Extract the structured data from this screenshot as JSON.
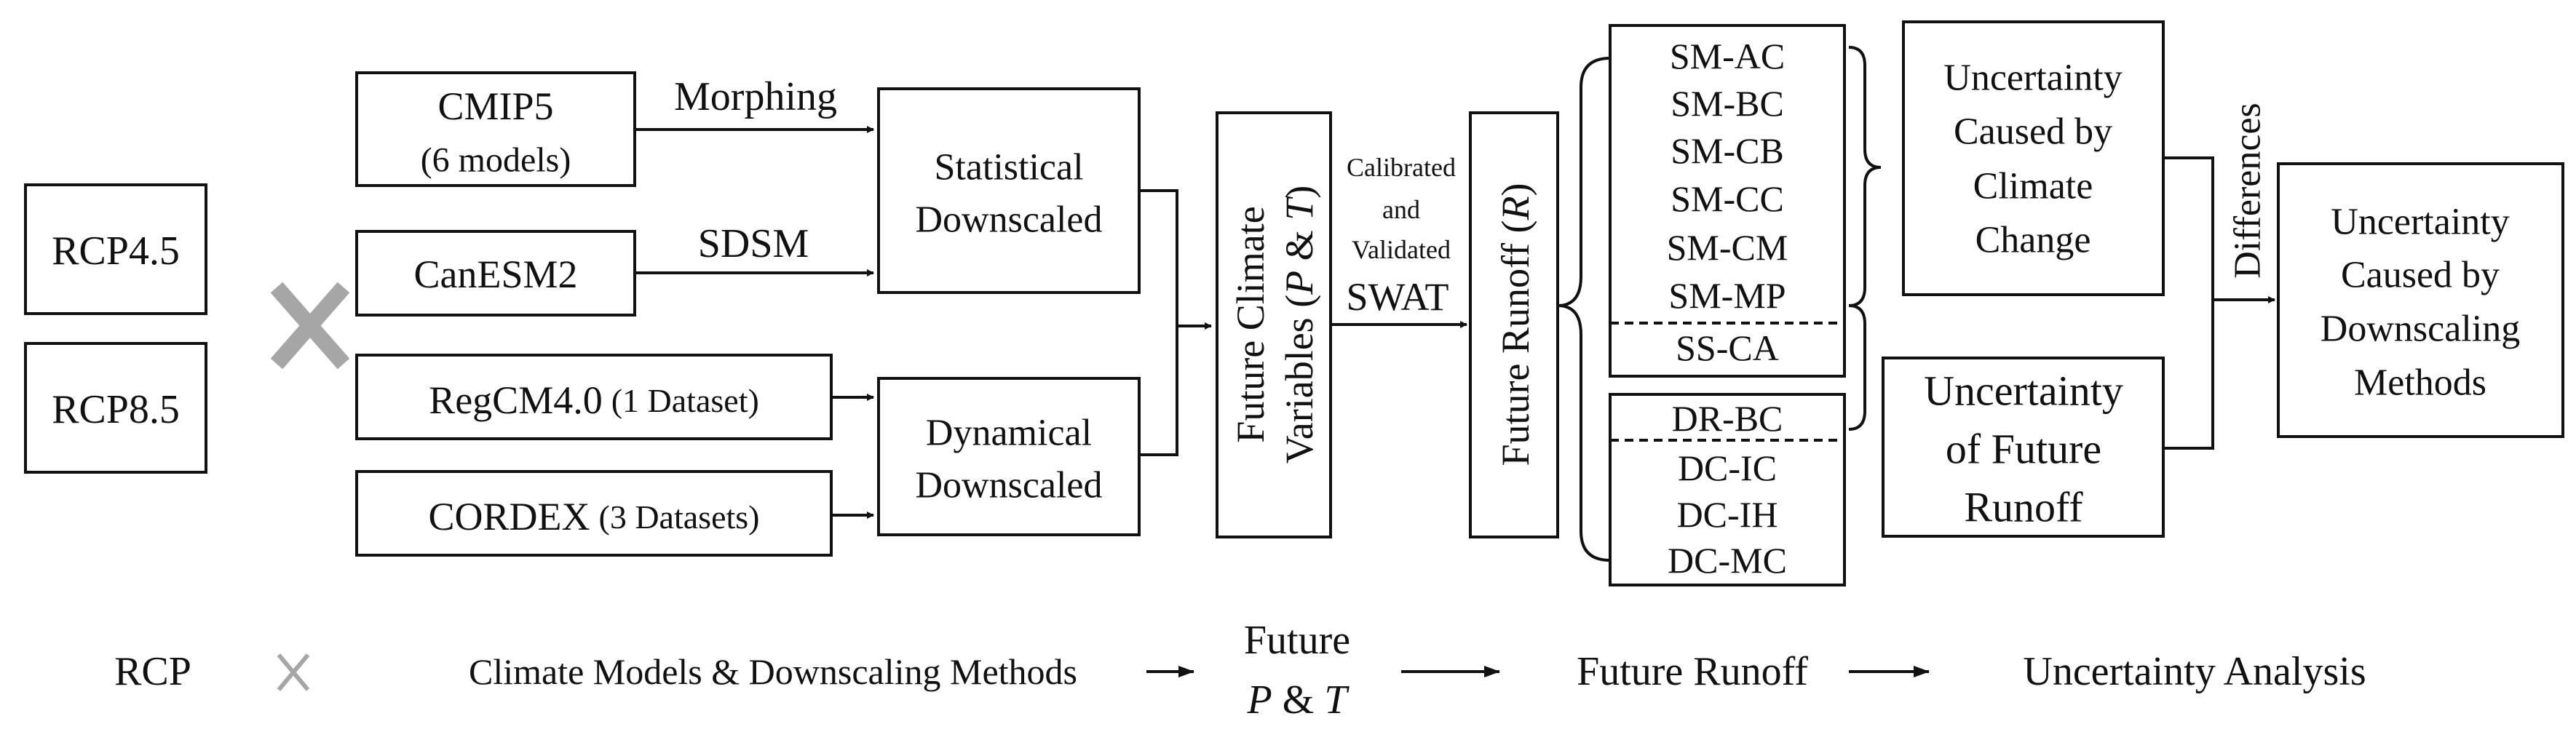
{
  "scenarios": {
    "rcp45": "RCP4.5",
    "rcp85": "RCP8.5"
  },
  "models": {
    "cmip5": {
      "name": "CMIP5",
      "sub": "(6 models)"
    },
    "canesm2": "CanESM2",
    "regcm_name": "RegCM4.0",
    "regcm_sub": "(1 Dataset)",
    "cordex_name": "CORDEX",
    "cordex_sub": "(3 Datasets)"
  },
  "method_labels": {
    "morphing": "Morphing",
    "sdsm": "SDSM"
  },
  "downscaling": {
    "statistical": [
      "Statistical",
      "Downscaled"
    ],
    "dynamical": [
      "Dynamical",
      "Downscaled"
    ]
  },
  "future_climate": {
    "line1": "Future Climate",
    "line2_pre": "Variables (",
    "line2_p": "P",
    "line2_mid": " & ",
    "line2_t": "T",
    "line2_post": ")"
  },
  "swat": {
    "line1": "Calibrated",
    "line2": "and",
    "line3": "Validated",
    "line4": "SWAT"
  },
  "future_runoff": {
    "pre": "Future Runoff (",
    "r": "R",
    "post": ")"
  },
  "statistical_methods": [
    "SM-AC",
    "SM-BC",
    "SM-CB",
    "SM-CC",
    "SM-CM",
    "SM-MP",
    "SS-CA"
  ],
  "dynamical_methods": [
    "DR-BC",
    "DC-IC",
    "DC-IH",
    "DC-MC"
  ],
  "uncertainty": {
    "climate_change": [
      "Uncertainty",
      "Caused by",
      "Climate",
      "Change"
    ],
    "future_runoff": [
      "Uncertainty",
      "of Future",
      "Runoff"
    ],
    "downscaling": [
      "Uncertainty",
      "Caused by",
      "Downscaling",
      "Methods"
    ]
  },
  "differences": "Differences",
  "legend": {
    "rcp": "RCP",
    "climate_models": "Climate Models & Downscaling Methods",
    "future_line1": "Future",
    "future_pt_p": "P",
    "future_pt_amp": " & ",
    "future_pt_t": "T",
    "future_runoff": "Future Runoff",
    "uncertainty_analysis": "Uncertainty Analysis"
  },
  "colors": {
    "stroke": "#111111",
    "cross": "#a6a6a6",
    "background": "#ffffff"
  }
}
